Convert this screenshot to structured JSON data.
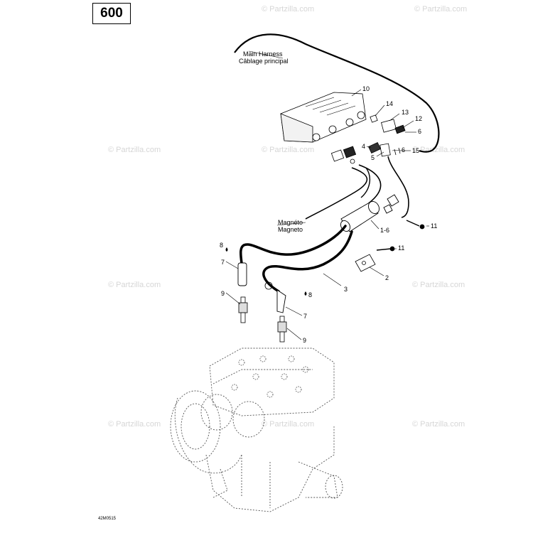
{
  "model": "600",
  "drawing_code": "42M0515",
  "watermark": "© Partzilla.com",
  "harness": {
    "line1": "Main Harness",
    "line2": "Câblage principal"
  },
  "magneto": {
    "line1": "Magnéto",
    "line2": "Magneto"
  },
  "callouts": [
    "10",
    "14",
    "13",
    "12",
    "6",
    "4",
    "5",
    "6",
    "15",
    "11",
    "1-6",
    "11",
    "2",
    "8",
    "7",
    "9",
    "3",
    "8",
    "7",
    "9"
  ]
}
